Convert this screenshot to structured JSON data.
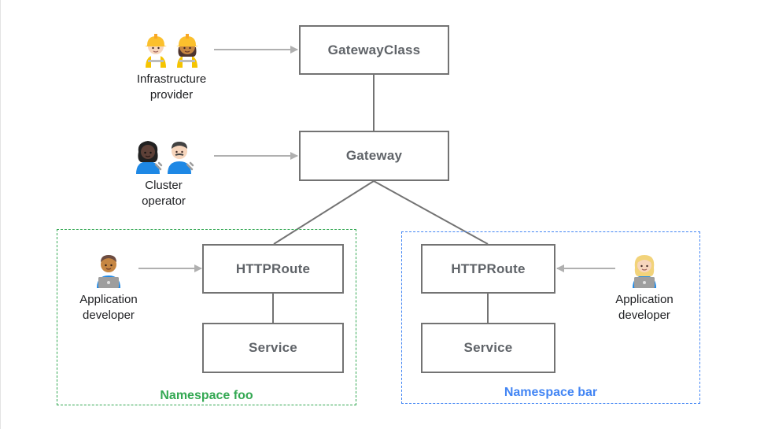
{
  "boxes": {
    "gatewayclass": "GatewayClass",
    "gateway": "Gateway",
    "httproute_foo": "HTTPRoute",
    "service_foo": "Service",
    "httproute_bar": "HTTPRoute",
    "service_bar": "Service"
  },
  "namespaces": {
    "foo": {
      "label": "Namespace foo",
      "color": "#34a853"
    },
    "bar": {
      "label": "Namespace bar",
      "color": "#4285f4"
    }
  },
  "actors": {
    "infrastructure_provider": {
      "line1": "Infrastructure",
      "line2": "provider",
      "icons": [
        "construction-worker-woman-icon",
        "construction-worker-woman-icon"
      ]
    },
    "cluster_operator": {
      "line1": "Cluster",
      "line2": "operator",
      "icons": [
        "mechanic-woman-icon",
        "mechanic-man-icon"
      ]
    },
    "app_dev_foo": {
      "line1": "Application",
      "line2": "developer",
      "icons": [
        "technologist-man-icon"
      ]
    },
    "app_dev_bar": {
      "line1": "Application",
      "line2": "developer",
      "icons": [
        "technologist-woman-icon"
      ]
    }
  },
  "colors": {
    "box_border": "#737373",
    "connector": "#737373",
    "arrow": "#b0b0b0",
    "text": "#5f6368"
  }
}
